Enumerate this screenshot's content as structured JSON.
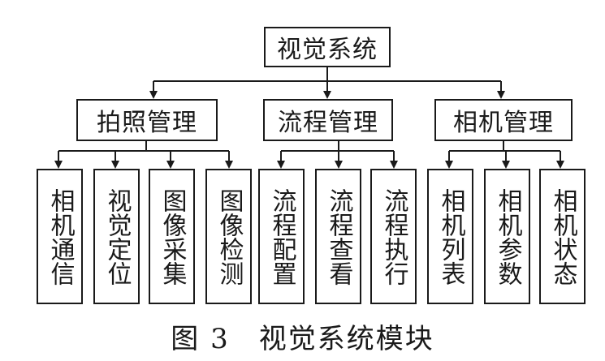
{
  "diagram": {
    "root": {
      "label": "视觉系统"
    },
    "groups": [
      {
        "label": "拍照管理",
        "children": [
          "相机通信",
          "视觉定位",
          "图像采集",
          "图像检测"
        ]
      },
      {
        "label": "流程管理",
        "children": [
          "流程配置",
          "流程查看",
          "流程执行"
        ]
      },
      {
        "label": "相机管理",
        "children": [
          "相机列表",
          "相机参数",
          "相机状态"
        ]
      }
    ]
  },
  "caption": "图 3　视觉系统模块",
  "colors": {
    "line": "#1a1a1a",
    "background": "#ffffff"
  }
}
